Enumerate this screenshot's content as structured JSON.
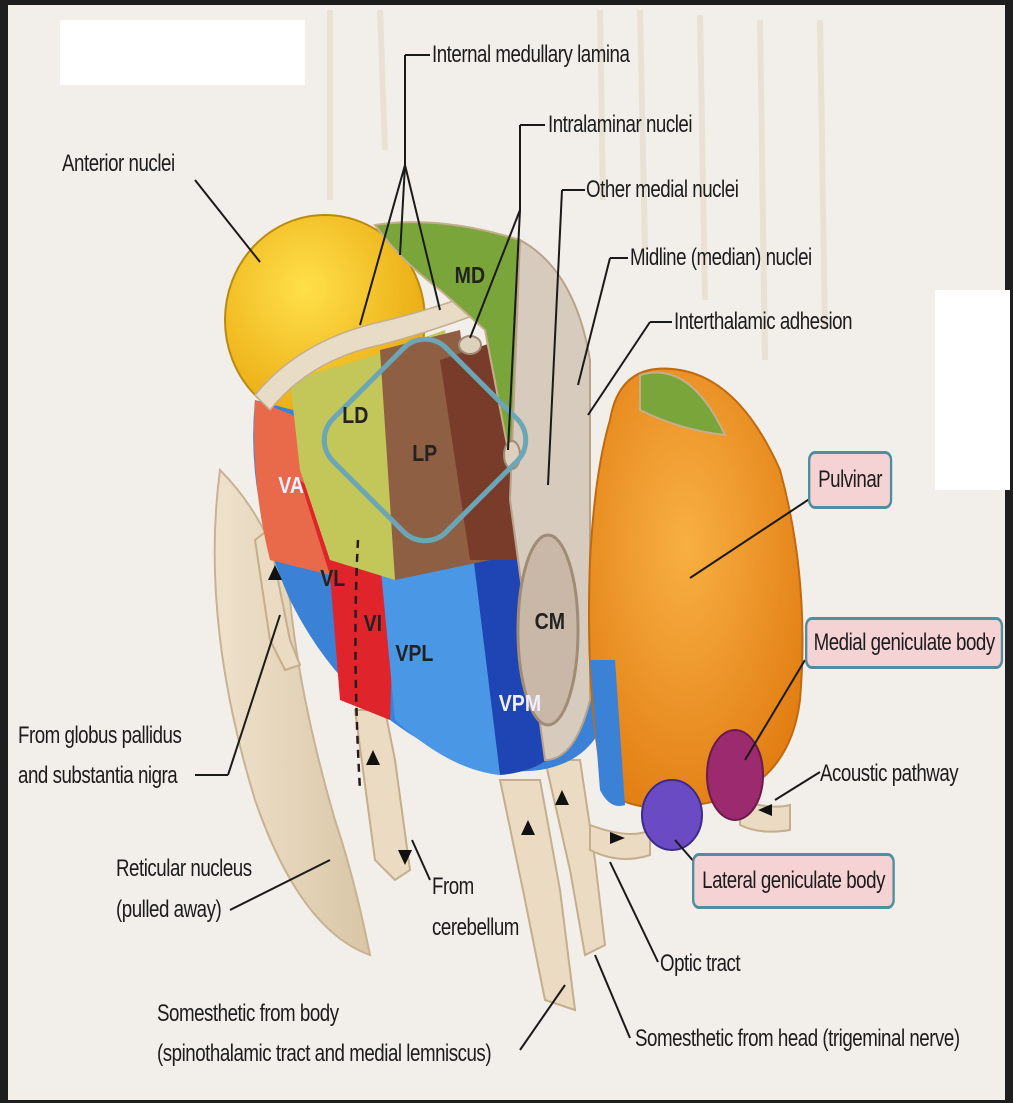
{
  "diagram": {
    "labels": {
      "internal_medullary_lamina": "Internal medullary lamina",
      "intralaminar_nuclei": "Intralaminar nuclei",
      "other_medial_nuclei": "Other medial nuclei",
      "midline_nuclei": "Midline (median) nuclei",
      "interthalamic_adhesion": "Interthalamic adhesion",
      "anterior_nuclei": "Anterior nuclei",
      "pulvinar": "Pulvinar",
      "medial_geniculate_body": "Medial geniculate body",
      "acoustic_pathway": "Acoustic pathway",
      "lateral_geniculate_body": "Lateral geniculate body",
      "optic_tract": "Optic tract",
      "somesthetic_head": "Somesthetic from head (trigeminal nerve)",
      "somesthetic_body_1": "Somesthetic from body",
      "somesthetic_body_2": "(spinothalamic tract and medial lemniscus)",
      "from_cerebellum_1": "From",
      "from_cerebellum_2": "cerebellum",
      "reticular_1": "Reticular nucleus",
      "reticular_2": "(pulled away)",
      "globus_1": "From globus pallidus",
      "globus_2": "and substantia nigra"
    },
    "segments": {
      "md": "MD",
      "ld": "LD",
      "lp": "LP",
      "va": "VA",
      "vl": "VL",
      "vi": "VI",
      "vpl": "VPL",
      "cm": "CM",
      "vpm": "VPM"
    },
    "colors": {
      "anterior": "#f3c11b",
      "md": "#7aa53a",
      "ld": "#c4c45a",
      "lp": "#8b5e3c",
      "va": "#e86a4a",
      "vl": "#e0242b",
      "vpl": "#3d8fe0",
      "vpm": "#1f45b5",
      "cm": "#c9b8a8",
      "pulvinar": "#f39a22",
      "mgb": "#9c2a6e",
      "lgb": "#6a4bc4",
      "highlight_border": "#4f8ea0",
      "highlight_fill": "#f5d2d4"
    }
  }
}
